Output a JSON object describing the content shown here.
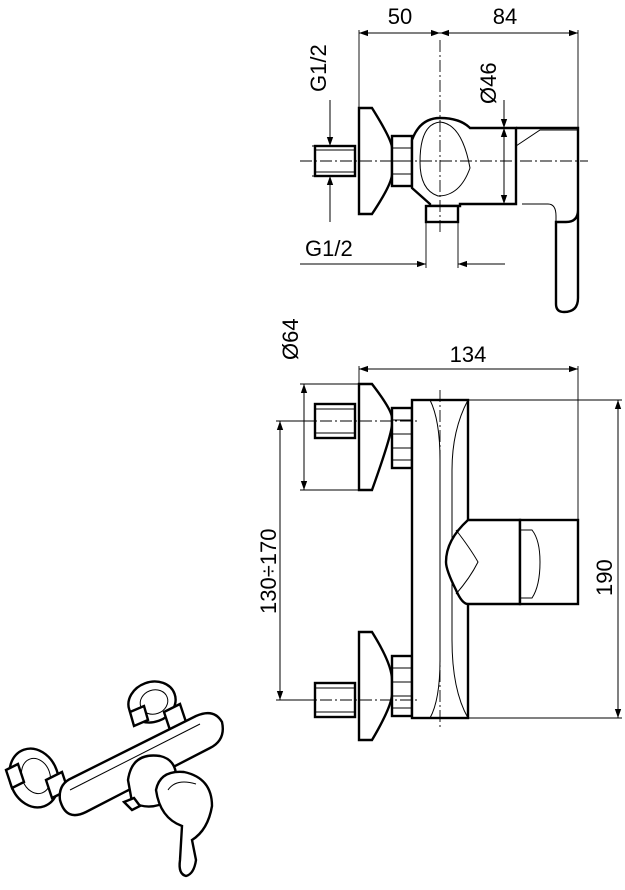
{
  "dimensions": {
    "side_view": {
      "width_to_axis": "50",
      "width_body": "84",
      "inlet_thread": "G1/2",
      "body_diameter": "Ø46",
      "outlet_thread": "G1/2"
    },
    "front_view": {
      "flange_diameter": "Ø64",
      "overall_width": "134",
      "inlet_spacing": "130÷170",
      "overall_height": "190"
    }
  }
}
